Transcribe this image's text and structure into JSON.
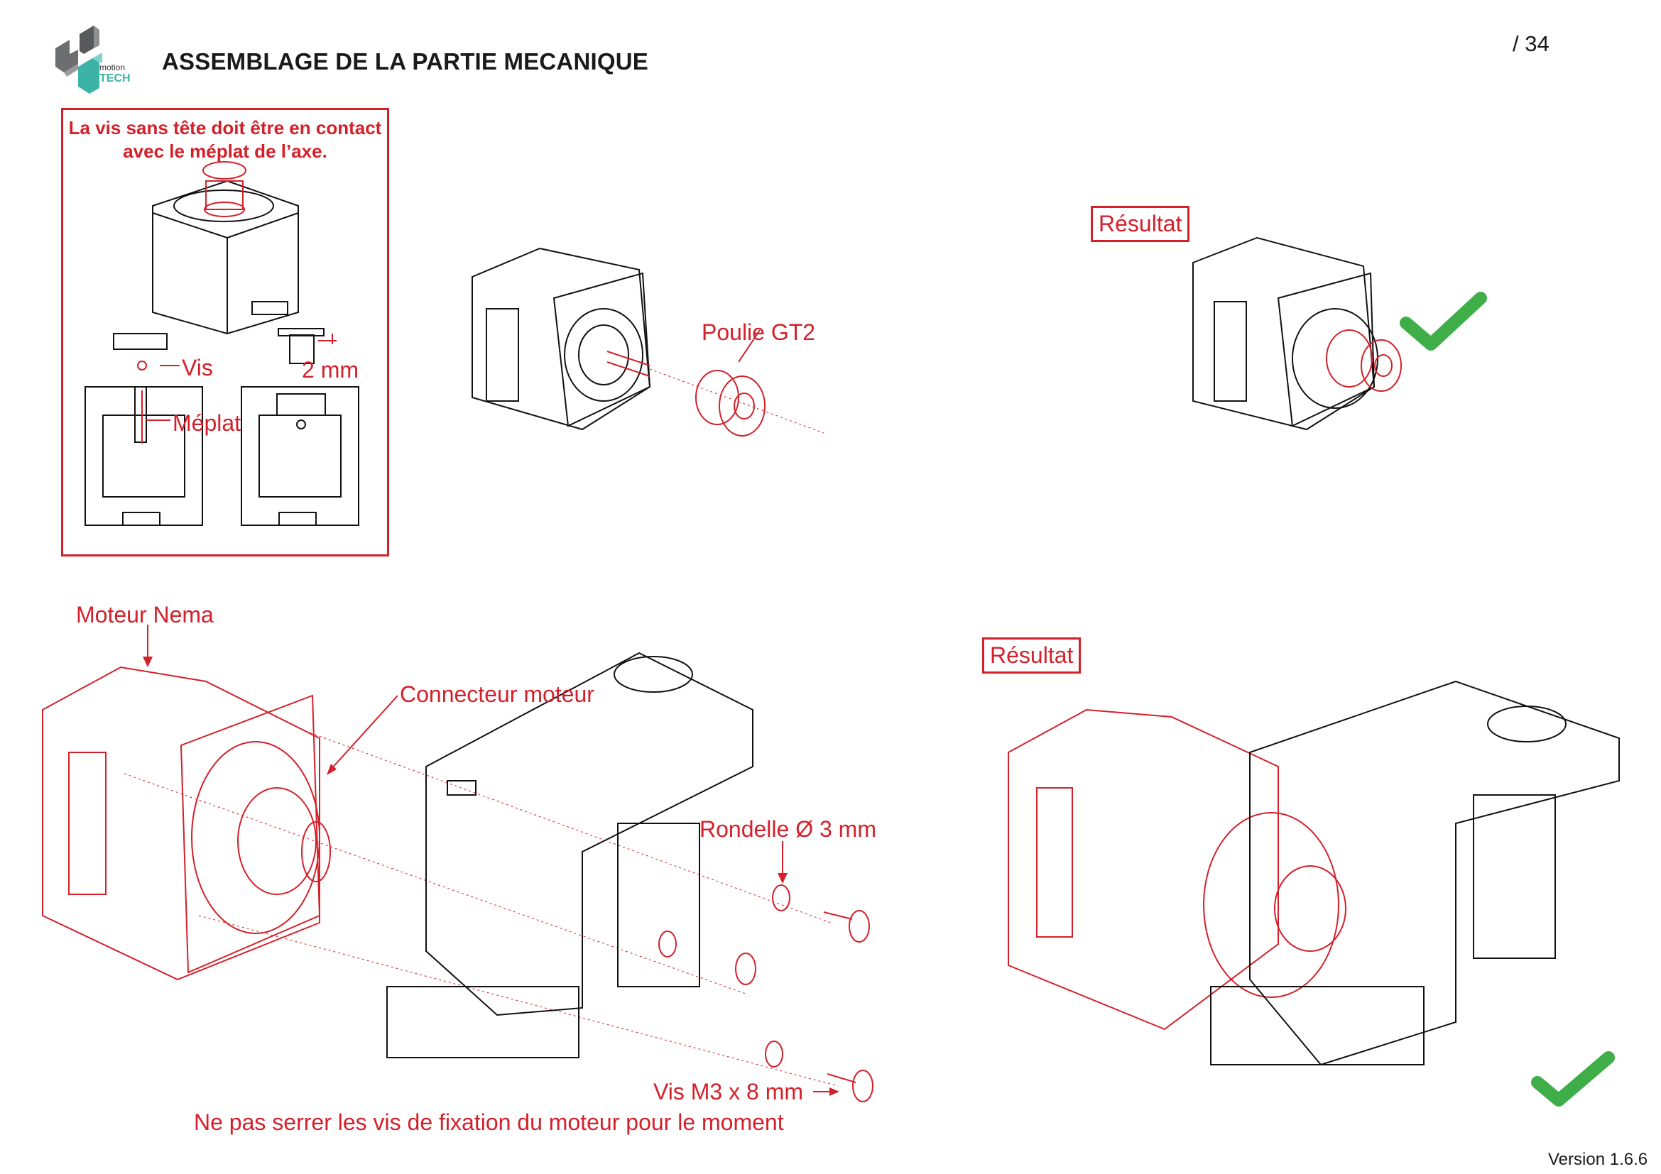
{
  "header": {
    "title": "ASSEMBLAGE DE LA PARTIE MECANIQUE",
    "page_number": "/ 34",
    "logo_text_top": "motion",
    "logo_text_bottom": "TECH",
    "logo_icon": "e-motion-tech-logo-icon"
  },
  "inset": {
    "warning": "La vis sans tête doit être en contact avec le méplat de l’axe.",
    "label_vis": "Vis",
    "label_meplat": "Méplat",
    "label_gap": "2 mm"
  },
  "step1": {
    "label_pulley": "Poulie GT2",
    "result_label": "Résultat"
  },
  "step2": {
    "label_motor": "Moteur Nema",
    "label_connector": "Connecteur moteur",
    "label_washer": "Rondelle Ø 3 mm",
    "label_screw": "Vis M3 x 8 mm",
    "warning": "Ne pas serrer les vis de fixation du moteur pour le moment",
    "result_label": "Résultat"
  },
  "footer": {
    "version": "Version 1.6.6"
  },
  "colors": {
    "accent_red": "#d4202a",
    "check_green": "#3fae49",
    "logo_teal": "#3bb3a6",
    "logo_grey": "#6d6e70"
  }
}
